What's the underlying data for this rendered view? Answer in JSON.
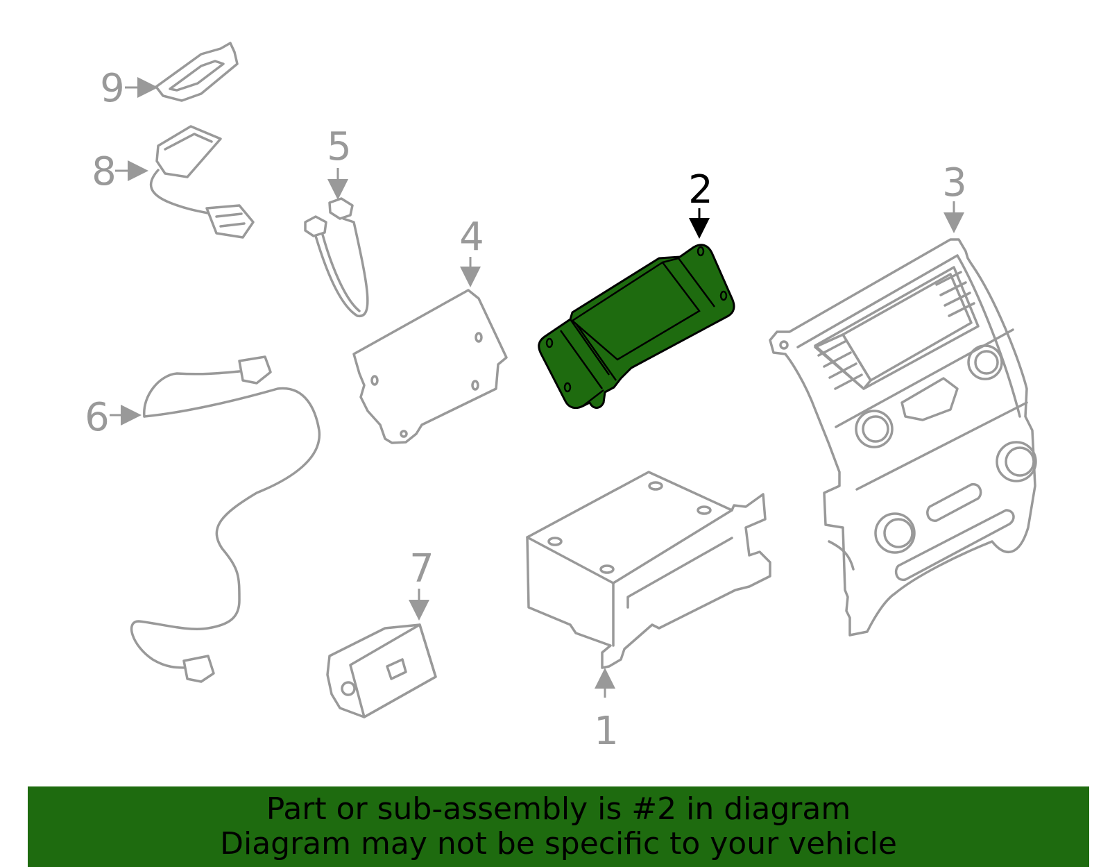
{
  "colors": {
    "part_line": "#999999",
    "highlight_fill": "#1e6b0f",
    "highlight_line": "#000000",
    "banner_bg": "#1e6b0f",
    "banner_text": "#000000"
  },
  "callouts": [
    {
      "id": "1",
      "label": "1",
      "highlighted": false
    },
    {
      "id": "2",
      "label": "2",
      "highlighted": true
    },
    {
      "id": "3",
      "label": "3",
      "highlighted": false
    },
    {
      "id": "4",
      "label": "4",
      "highlighted": false
    },
    {
      "id": "5",
      "label": "5",
      "highlighted": false
    },
    {
      "id": "6",
      "label": "6",
      "highlighted": false
    },
    {
      "id": "7",
      "label": "7",
      "highlighted": false
    },
    {
      "id": "8",
      "label": "8",
      "highlighted": false
    },
    {
      "id": "9",
      "label": "9",
      "highlighted": false
    }
  ],
  "banner": {
    "line1": "Part or sub-assembly is #2 in diagram",
    "line2": "Diagram may not be specific to your vehicle"
  }
}
